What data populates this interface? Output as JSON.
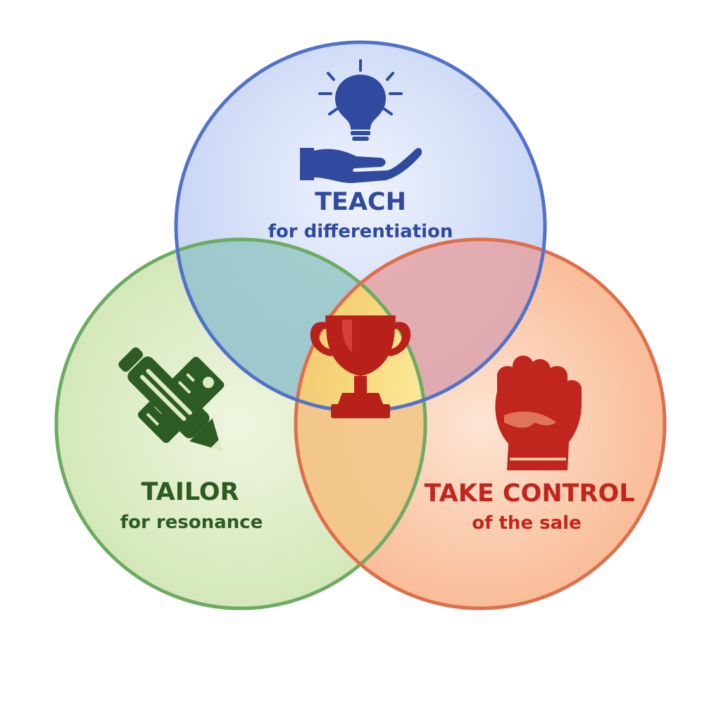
{
  "circles": {
    "teach": {
      "title": "TEACH",
      "subtitle": "for differentiation",
      "icon": "lightbulb-hand-icon",
      "color": "#2f4a9e",
      "fill": "#c9d6f6",
      "stroke": "#5272c9"
    },
    "tailor": {
      "title": "TAILOR",
      "subtitle": "for resonance",
      "icon": "pencil-ruler-icon",
      "color": "#2d5b24",
      "fill": "#dcedc2",
      "stroke": "#6cac62"
    },
    "take_control": {
      "title": "TAKE CONTROL",
      "subtitle": "of the sale",
      "icon": "raised-fist-icon",
      "color": "#c0261e",
      "fill": "#fbc7a8",
      "stroke": "#de6f4c"
    }
  },
  "center": {
    "icon": "trophy-icon",
    "color": "#b8201a"
  }
}
